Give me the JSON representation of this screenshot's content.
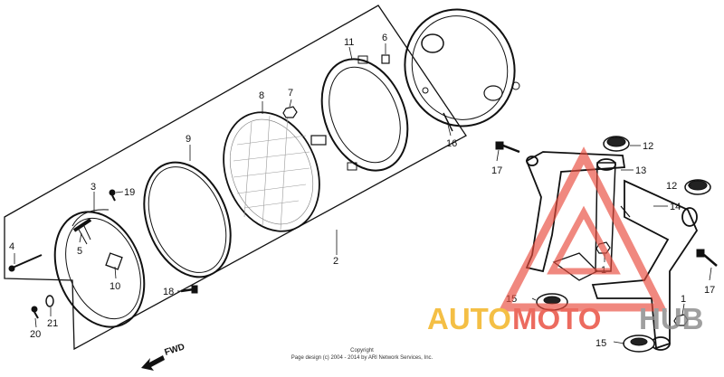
{
  "labels": {
    "n1a": "1",
    "n1b": "1",
    "n2": "2",
    "n3": "3",
    "n4": "4",
    "n5": "5",
    "n6": "6",
    "n7": "7",
    "n8": "8",
    "n9": "9",
    "n10": "10",
    "n11": "11",
    "n12a": "12",
    "n12b": "12",
    "n13": "13",
    "n14": "14",
    "n15a": "15",
    "n15b": "15",
    "n16": "16",
    "n17a": "17",
    "n17b": "17",
    "n18": "18",
    "n19": "19",
    "n20": "20",
    "n21": "21"
  },
  "fwd_label": "FWD",
  "copyright": {
    "line1": "Copyright",
    "line2": "Page design (c) 2004 - 2014 by ARI Network Services, Inc."
  },
  "watermark": {
    "part_auto": "AUTO",
    "part_moto": "MOTO",
    "part_hub": "HUB",
    "color_auto": "#f2b21d",
    "color_moto": "#e94b3c",
    "color_hub": "#8a8a8a"
  }
}
